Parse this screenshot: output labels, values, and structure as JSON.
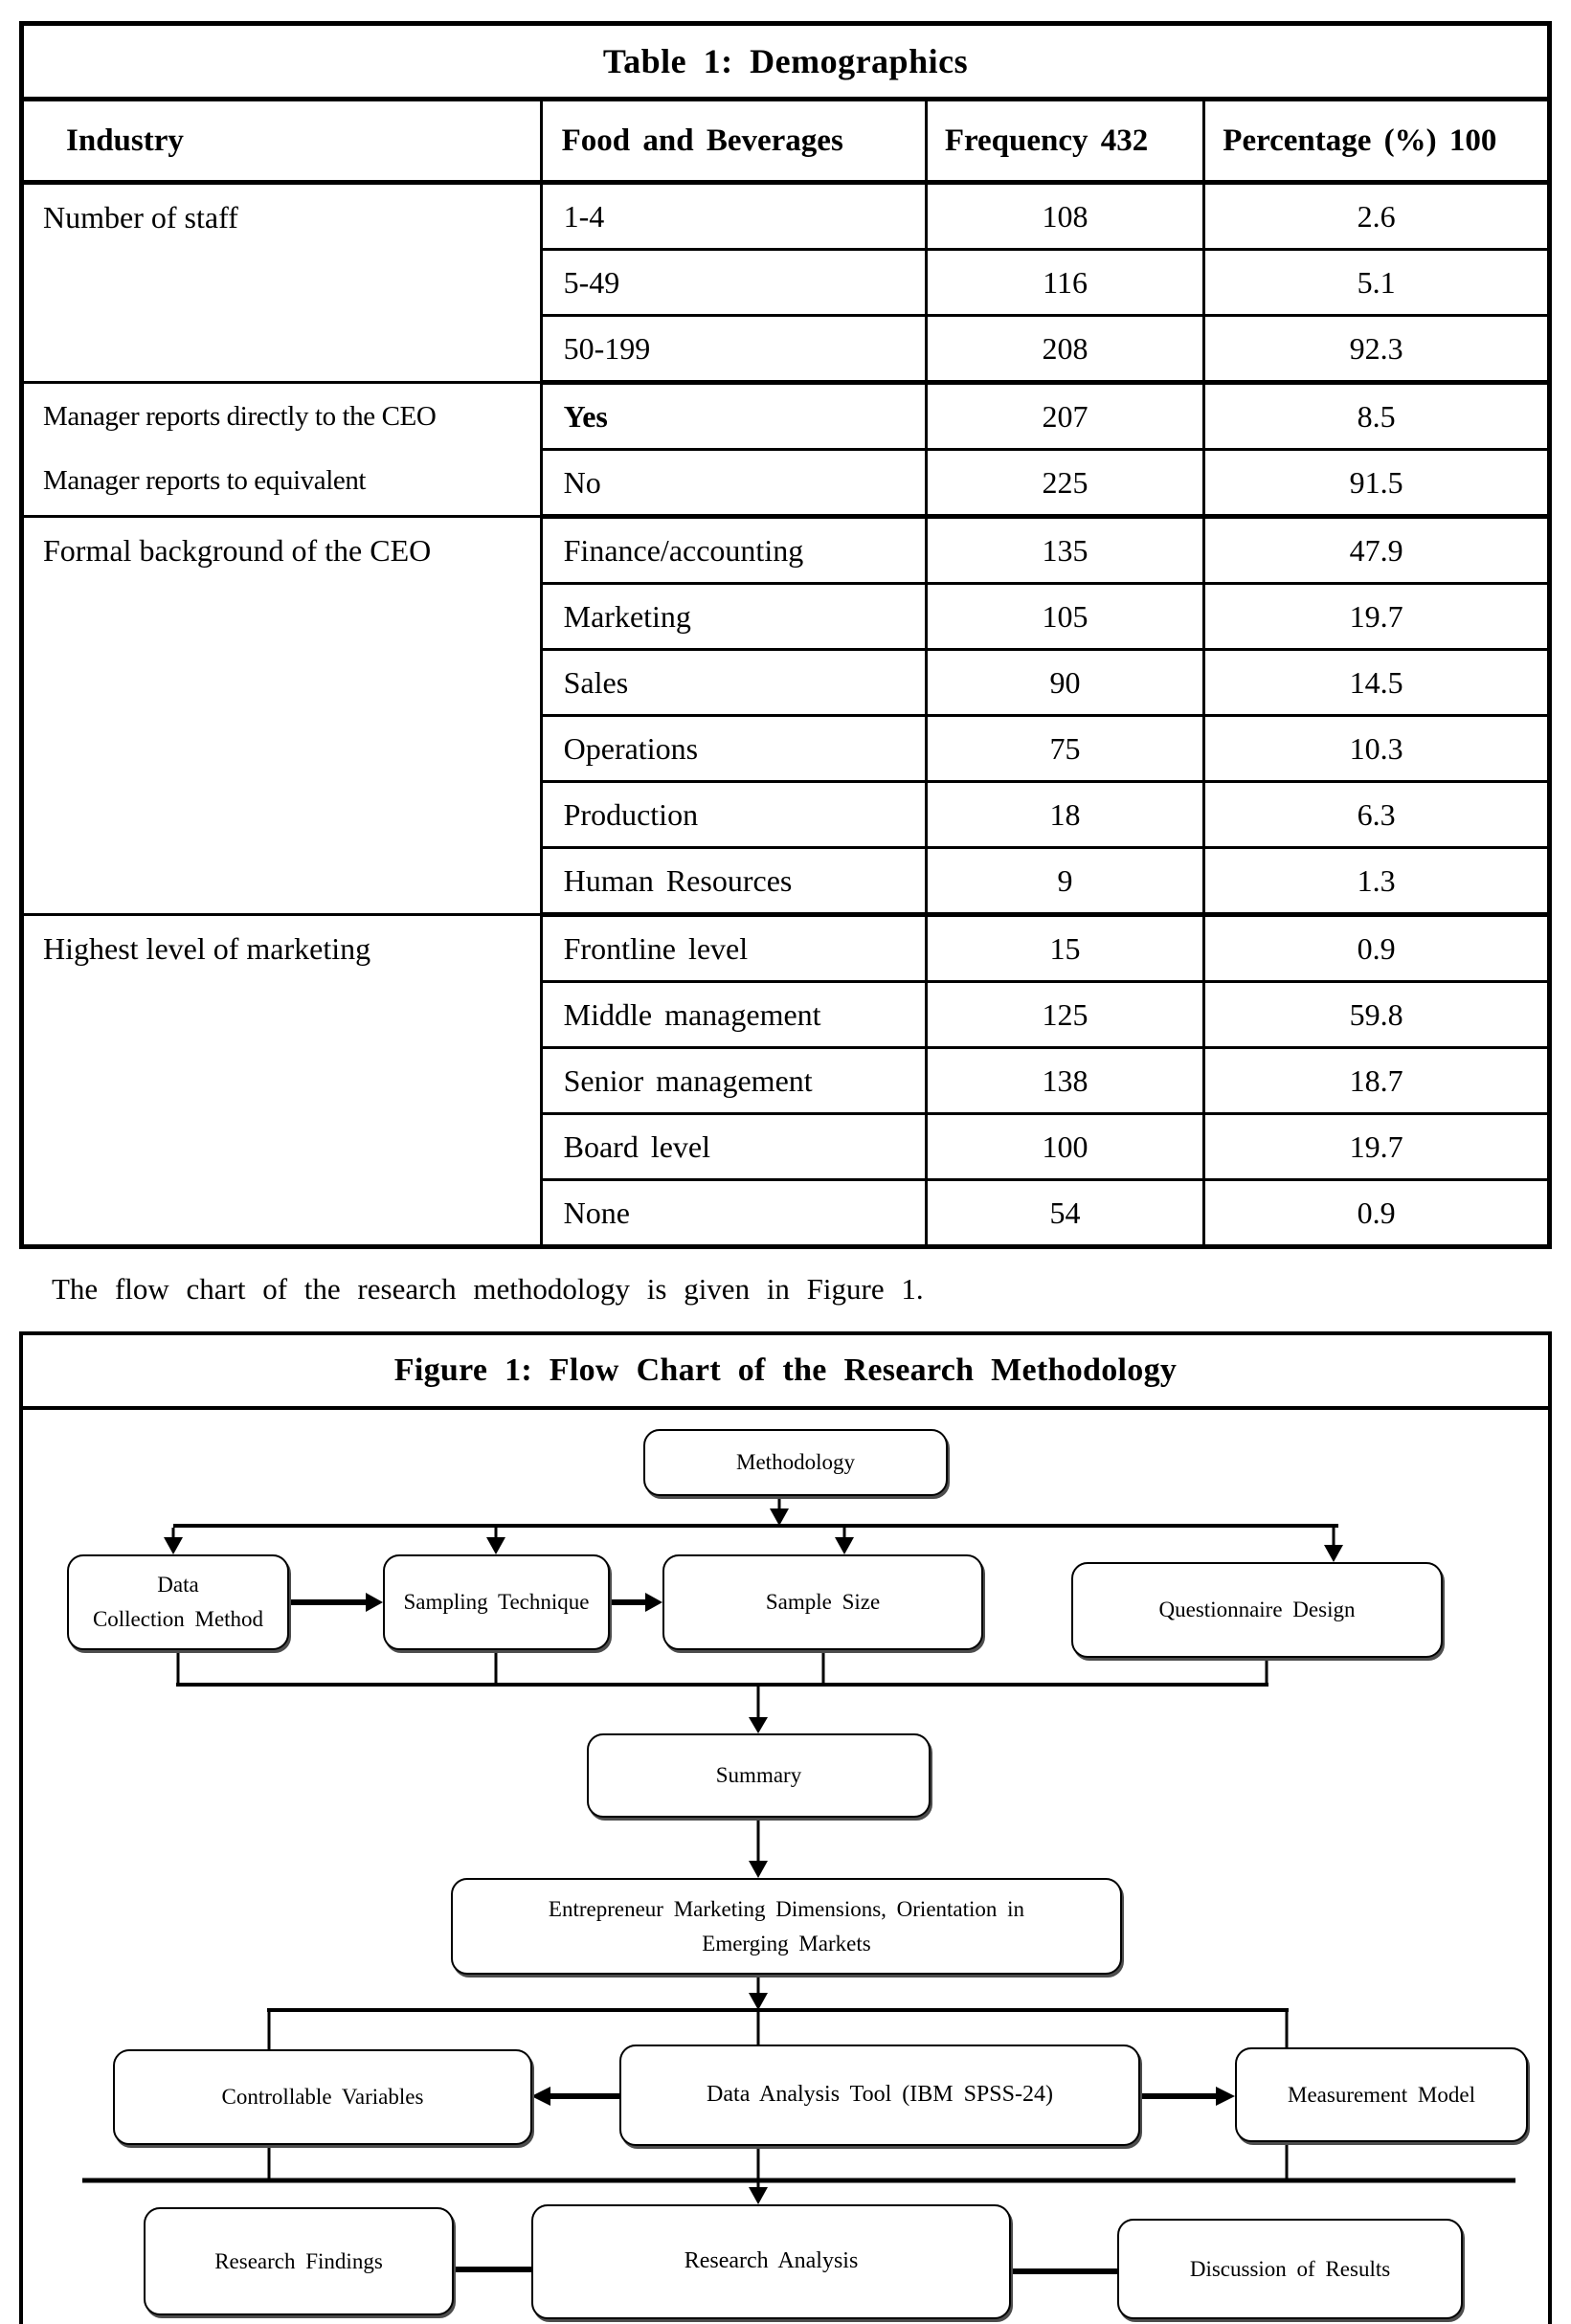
{
  "table": {
    "title": "Table 1: Demographics",
    "columns": [
      "Industry",
      "Food and Beverages",
      "Frequency 432",
      "Percentage (%) 100"
    ],
    "groups": [
      {
        "label": "Number of staff",
        "rows": [
          [
            "1-4",
            "108",
            "2.6"
          ],
          [
            "5-49",
            "116",
            "5.1"
          ],
          [
            "50-199",
            "208",
            "92.3"
          ]
        ]
      },
      {
        "labels": [
          "Manager reports directly to the CEO",
          "Manager reports to equivalent"
        ],
        "rows": [
          [
            "Yes",
            "207",
            "8.5"
          ],
          [
            "No",
            "225",
            "91.5"
          ]
        ]
      },
      {
        "label": "Formal background of the CEO",
        "rows": [
          [
            "Finance/accounting",
            "135",
            "47.9"
          ],
          [
            "Marketing",
            "105",
            "19.7"
          ],
          [
            "Sales",
            "90",
            "14.5"
          ],
          [
            "Operations",
            "75",
            "10.3"
          ],
          [
            "Production",
            "18",
            "6.3"
          ],
          [
            "Human Resources",
            "9",
            "1.3"
          ]
        ]
      },
      {
        "label": "Highest level of marketing",
        "rows": [
          [
            "Frontline level",
            "15",
            "0.9"
          ],
          [
            "Middle management",
            "125",
            "59.8"
          ],
          [
            "Senior management",
            "138",
            "18.7"
          ],
          [
            "Board level",
            "100",
            "19.7"
          ],
          [
            "None",
            "54",
            "0.9"
          ]
        ]
      }
    ]
  },
  "paragraph": "The flow chart of the research methodology is given in Figure 1.",
  "figure": {
    "title": "Figure 1: Flow Chart of the Research Methodology",
    "nodes": {
      "methodology": "Methodology",
      "data_collection": "Data\nCollection Method",
      "sampling": "Sampling Technique",
      "sample_size": "Sample Size",
      "questionnaire": "Questionnaire Design",
      "summary": "Summary",
      "em_dimensions": "Entrepreneur Marketing Dimensions, Orientation in\nEmerging Markets",
      "controllable": "Controllable Variables",
      "data_analysis": "Data Analysis Tool (IBM SPSS-24)",
      "measurement": "Measurement Model",
      "findings": "Research Findings",
      "analysis": "Research Analysis",
      "discussion": "Discussion of Results"
    }
  }
}
